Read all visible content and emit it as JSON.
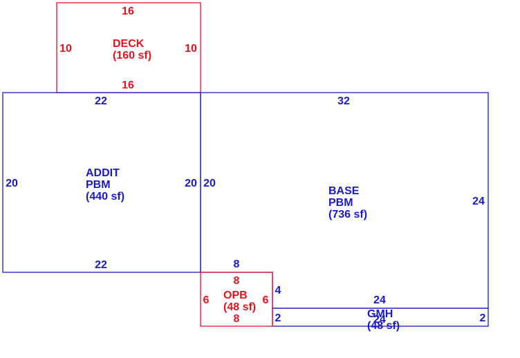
{
  "colors": {
    "red": "#e0141e",
    "blue": "#1818c8",
    "background": "#ffffff"
  },
  "areas": {
    "deck": {
      "name": "DECK",
      "size": "(160 sf)",
      "dims": {
        "top": "16",
        "left": "10",
        "right": "10",
        "bottom": "16"
      }
    },
    "addit": {
      "name1": "ADDIT",
      "name2": "PBM",
      "size": "(440 sf)",
      "dims": {
        "top": "22",
        "left": "20",
        "right": "20",
        "bottom": "22"
      }
    },
    "base": {
      "name1": "BASE",
      "name2": "PBM",
      "size": "(736 sf)",
      "dims": {
        "top": "32",
        "left": "20",
        "right": "24"
      }
    },
    "opb": {
      "name": "OPB",
      "size": "(48 sf)",
      "dims": {
        "top": "8",
        "left": "6",
        "right": "6",
        "bottom": "8"
      }
    },
    "gmh": {
      "name": "GMH",
      "size": "(48 sf)",
      "dims": {
        "top": "24",
        "left": "2",
        "right": "2",
        "bottom": "24"
      }
    },
    "notch": {
      "top": "8",
      "side": "4"
    }
  }
}
